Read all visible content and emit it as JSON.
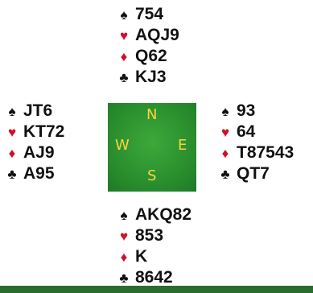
{
  "hands": {
    "north": {
      "spades": "754",
      "hearts": "AQJ9",
      "diamonds": "Q62",
      "clubs": "KJ3"
    },
    "west": {
      "spades": "JT6",
      "hearts": "KT72",
      "diamonds": "AJ9",
      "clubs": "A95"
    },
    "east": {
      "spades": "93",
      "hearts": "64",
      "diamonds": "T87543",
      "clubs": "QT7"
    },
    "south": {
      "spades": "AKQ82",
      "hearts": "853",
      "diamonds": "K",
      "clubs": "8642"
    }
  },
  "compass": {
    "n": "N",
    "w": "W",
    "e": "E",
    "s": "S"
  },
  "colors": {
    "red_suit": "#d0102a",
    "black_suit": "#111111",
    "compass_bg": "#2a8f2e",
    "compass_text": "#ffd23f",
    "rule": "#2a6b2f"
  },
  "icons": {
    "spades": "spade-icon",
    "hearts": "heart-icon",
    "diamonds": "diamond-icon",
    "clubs": "club-icon"
  }
}
